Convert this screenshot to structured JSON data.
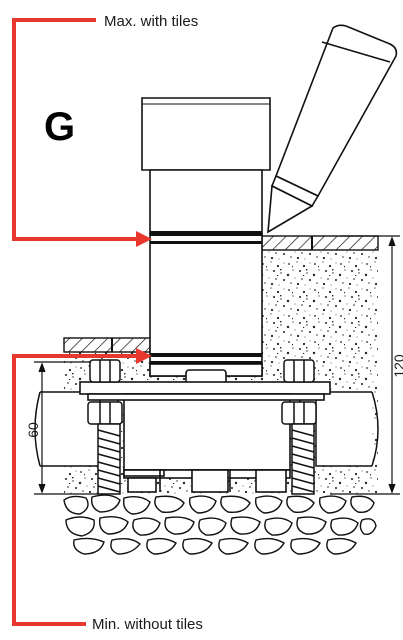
{
  "diagram": {
    "variant_letter": "G",
    "label_max": "Max. with tiles",
    "label_min": "Min. without tiles",
    "dim_total": "120",
    "dim_flange": "60",
    "arrow_color": "#e8372c",
    "line_color": "#111111"
  }
}
